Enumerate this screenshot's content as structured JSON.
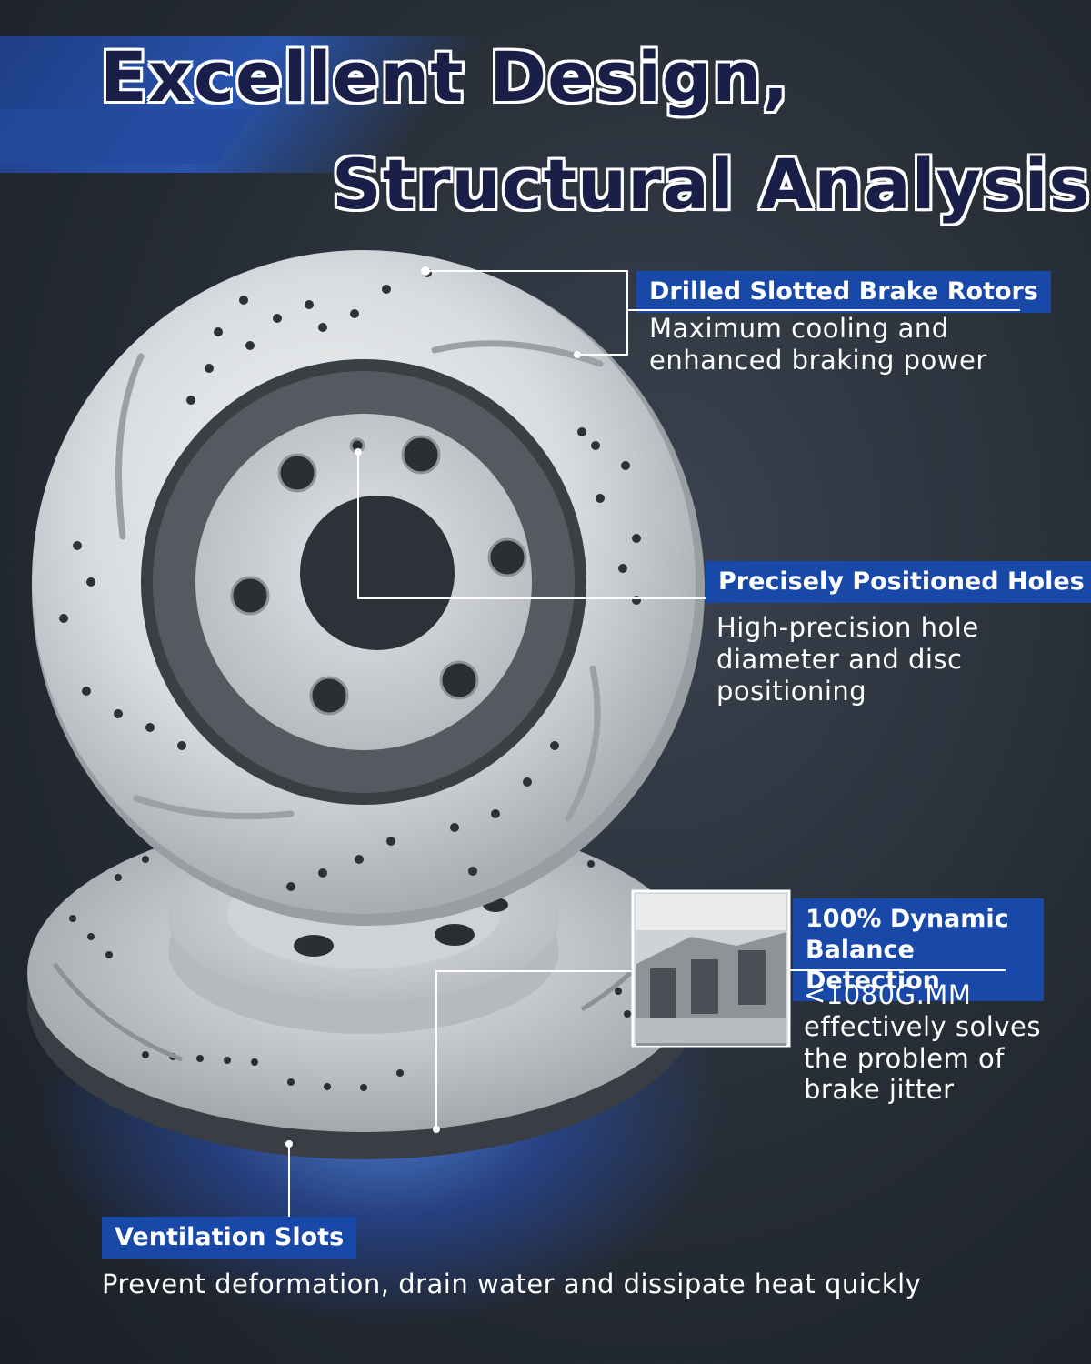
{
  "headline": {
    "line1": "Excellent Design,",
    "line2": "Structural Analysis"
  },
  "features": [
    {
      "title": "Drilled Slotted Brake Rotors",
      "desc": "Maximum cooling and enhanced braking power"
    },
    {
      "title": "Precisely Positioned Holes",
      "desc": "High-precision hole diameter and disc positioning"
    },
    {
      "title": "100% Dynamic Balance Detection",
      "desc": "<1080G.MM effectively solves the problem of brake jitter"
    },
    {
      "title": "Ventilation Slots",
      "desc": "Prevent deformation, drain water and dissipate heat quickly"
    }
  ],
  "colors": {
    "badge": "#1848a8",
    "headline_fill": "#1a1f4a",
    "background": "#262c35",
    "glow": "#3c7bff"
  }
}
